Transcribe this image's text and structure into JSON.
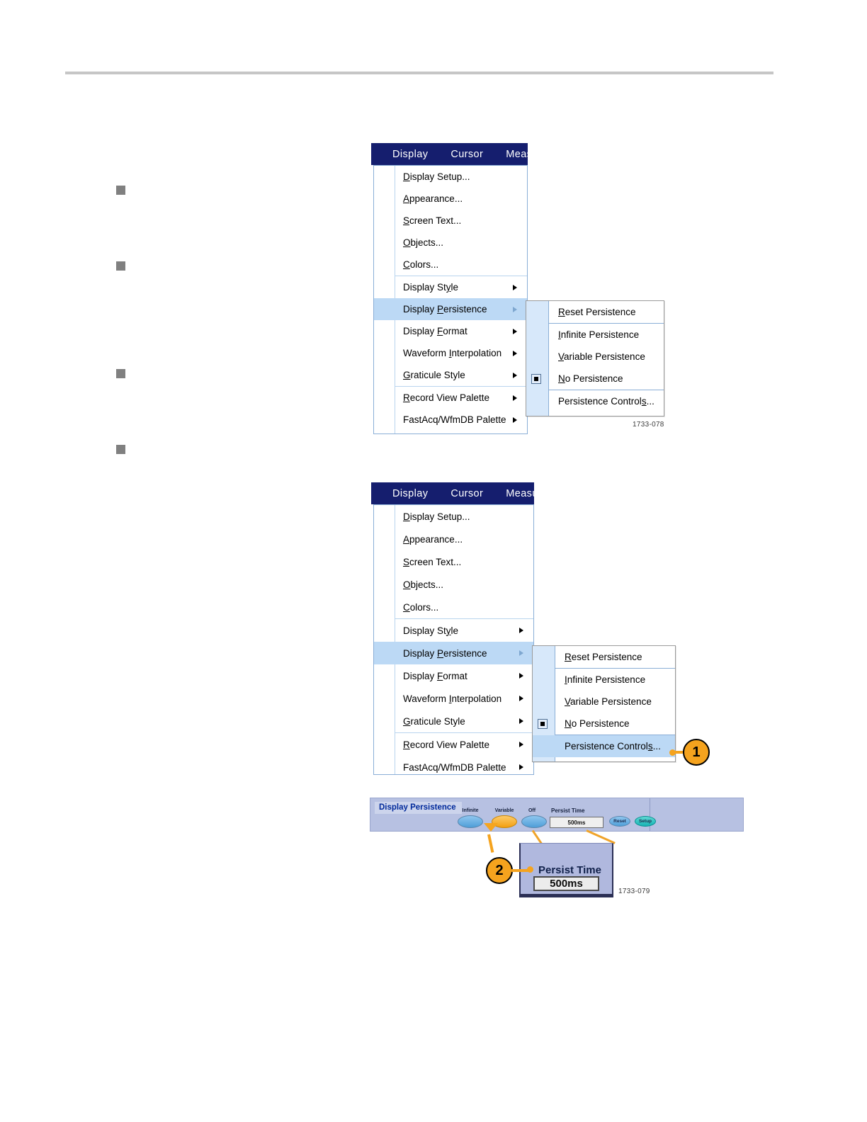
{
  "page": {
    "background": "#ffffff",
    "rule_color": "#c6c6c6"
  },
  "bullets": [
    {
      "name": "bullet-1"
    },
    {
      "name": "bullet-2"
    },
    {
      "name": "bullet-3"
    },
    {
      "name": "bullet-4"
    }
  ],
  "figure1": {
    "id_label": "1733-078",
    "menubar": {
      "items": [
        "Display",
        "Cursor",
        "Measure",
        "M"
      ]
    },
    "dropdown": {
      "group1": [
        {
          "label": "Display Setup...",
          "accel": "D",
          "submenu": false
        },
        {
          "label": "Appearance...",
          "accel": "A",
          "submenu": false
        },
        {
          "label": "Screen Text...",
          "accel": "S",
          "submenu": false
        },
        {
          "label": "Objects...",
          "accel": "O",
          "submenu": false
        },
        {
          "label": "Colors...",
          "accel": "C",
          "submenu": false
        }
      ],
      "group2": [
        {
          "label": "Display Style",
          "accel": "y",
          "submenu": true,
          "highlighted": false
        },
        {
          "label": "Display Persistence",
          "accel": "P",
          "submenu": true,
          "highlighted": true
        },
        {
          "label": "Display Format",
          "accel": "F",
          "submenu": true,
          "highlighted": false
        },
        {
          "label": "Waveform Interpolation",
          "accel": "I",
          "submenu": true,
          "highlighted": false
        },
        {
          "label": "Graticule Style",
          "accel": "G",
          "submenu": true,
          "highlighted": false
        }
      ],
      "group3": [
        {
          "label": "Record View Palette",
          "accel": "R",
          "submenu": true
        },
        {
          "label": "FastAcq/WfmDB Palette",
          "accel": "",
          "submenu": true
        }
      ]
    },
    "submenu": {
      "group1": [
        {
          "label": "Reset Persistence",
          "accel": "R",
          "selected": false,
          "highlighted": false
        }
      ],
      "group2": [
        {
          "label": "Infinite Persistence",
          "accel": "I",
          "selected": false,
          "highlighted": false
        },
        {
          "label": "Variable Persistence",
          "accel": "V",
          "selected": false,
          "highlighted": false
        },
        {
          "label": "No Persistence",
          "accel": "N",
          "selected": true,
          "highlighted": false
        }
      ],
      "group3": [
        {
          "label": "Persistence Controls...",
          "accel": "s",
          "selected": false,
          "highlighted": false
        }
      ]
    }
  },
  "figure2": {
    "menubar": {
      "items": [
        "Display",
        "Cursor",
        "Measure",
        "M"
      ]
    },
    "dropdown": {
      "group1": [
        {
          "label": "Display Setup...",
          "accel": "D",
          "submenu": false
        },
        {
          "label": "Appearance...",
          "accel": "A",
          "submenu": false
        },
        {
          "label": "Screen Text...",
          "accel": "S",
          "submenu": false
        },
        {
          "label": "Objects...",
          "accel": "O",
          "submenu": false
        },
        {
          "label": "Colors...",
          "accel": "C",
          "submenu": false
        }
      ],
      "group2": [
        {
          "label": "Display Style",
          "accel": "y",
          "submenu": true,
          "highlighted": false
        },
        {
          "label": "Display Persistence",
          "accel": "P",
          "submenu": true,
          "highlighted": true
        },
        {
          "label": "Display Format",
          "accel": "F",
          "submenu": true,
          "highlighted": false
        },
        {
          "label": "Waveform Interpolation",
          "accel": "I",
          "submenu": true,
          "highlighted": false
        },
        {
          "label": "Graticule Style",
          "accel": "G",
          "submenu": true,
          "highlighted": false
        }
      ],
      "group3": [
        {
          "label": "Record View Palette",
          "accel": "R",
          "submenu": true
        },
        {
          "label": "FastAcq/WfmDB Palette",
          "accel": "",
          "submenu": true
        }
      ]
    },
    "submenu": {
      "group1": [
        {
          "label": "Reset Persistence",
          "accel": "R",
          "selected": false,
          "highlighted": false
        }
      ],
      "group2": [
        {
          "label": "Infinite Persistence",
          "accel": "I",
          "selected": false,
          "highlighted": false
        },
        {
          "label": "Variable Persistence",
          "accel": "V",
          "selected": false,
          "highlighted": false
        },
        {
          "label": "No Persistence",
          "accel": "N",
          "selected": true,
          "highlighted": false
        }
      ],
      "group3": [
        {
          "label": "Persistence Controls...",
          "accel": "s",
          "selected": false,
          "highlighted": true
        }
      ]
    },
    "callout": {
      "number": "1"
    }
  },
  "figure3": {
    "id_label": "1733-079",
    "controlbar": {
      "title": "Display Persistence",
      "buttons": [
        {
          "label": "Infinite",
          "style": "blue-oval",
          "active": false
        },
        {
          "label": "Variable",
          "style": "amber-oval",
          "active": true
        },
        {
          "label": "Off",
          "style": "blue-oval",
          "active": false
        }
      ],
      "persist_time": {
        "label": "Persist Time",
        "value": "500ms"
      },
      "reset_button": {
        "label": "Reset"
      },
      "setup_button": {
        "label": "Setup"
      }
    },
    "magnified": {
      "label": "Persist Time",
      "value": "500ms"
    },
    "callout": {
      "number": "2"
    }
  },
  "colors": {
    "menubar_blue": "#151e6e",
    "menu_highlight": "#bcd9f5",
    "submenu_gutter": "#d7e8fa",
    "callout_orange": "#f5a31e",
    "controlbar_bg": "#b7c1e2",
    "magbox_bg": "#b0b8de",
    "amber_button": "#f29f10",
    "teal_button": "#16b3b3"
  }
}
